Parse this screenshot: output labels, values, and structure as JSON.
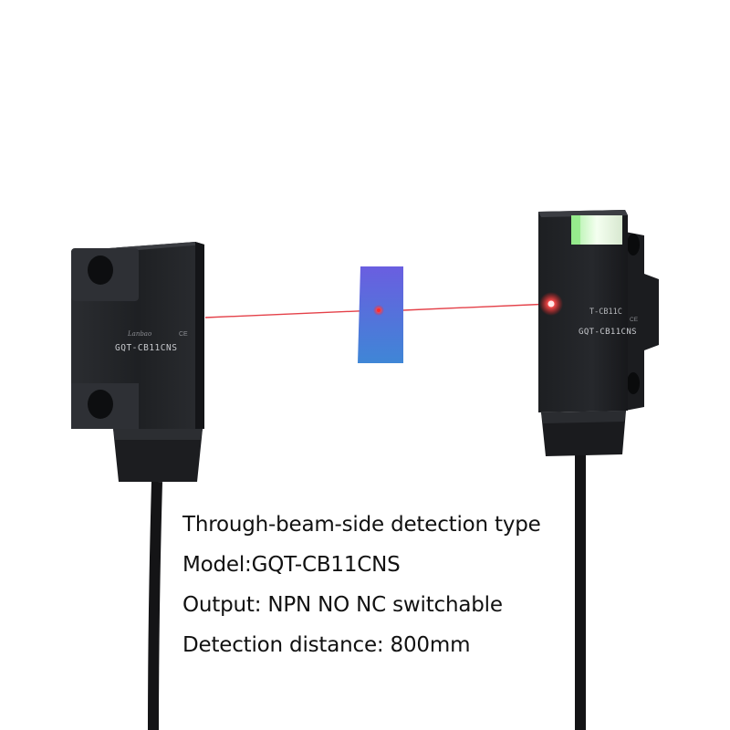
{
  "product": {
    "emitter_brand_mark": "Lanbao",
    "emitter_ce_mark": "CE",
    "emitter_model_label": "GQT-CB11CNS",
    "receiver_short_label": "T-CB11C",
    "receiver_ce_mark": "CE",
    "receiver_model_label": "GQT-CB11CNS"
  },
  "specs": [
    "Through-beam-side detection type",
    "Model:GQT-CB11CNS",
    "Output: NPN NO NC switchable",
    "Detection distance: 800mm"
  ],
  "colors": {
    "background": "#ffffff",
    "sensor_body": "#222428",
    "laser": "#e0202a",
    "indicator_green": "#b9f5b0",
    "target_plate": "#5868d8"
  }
}
